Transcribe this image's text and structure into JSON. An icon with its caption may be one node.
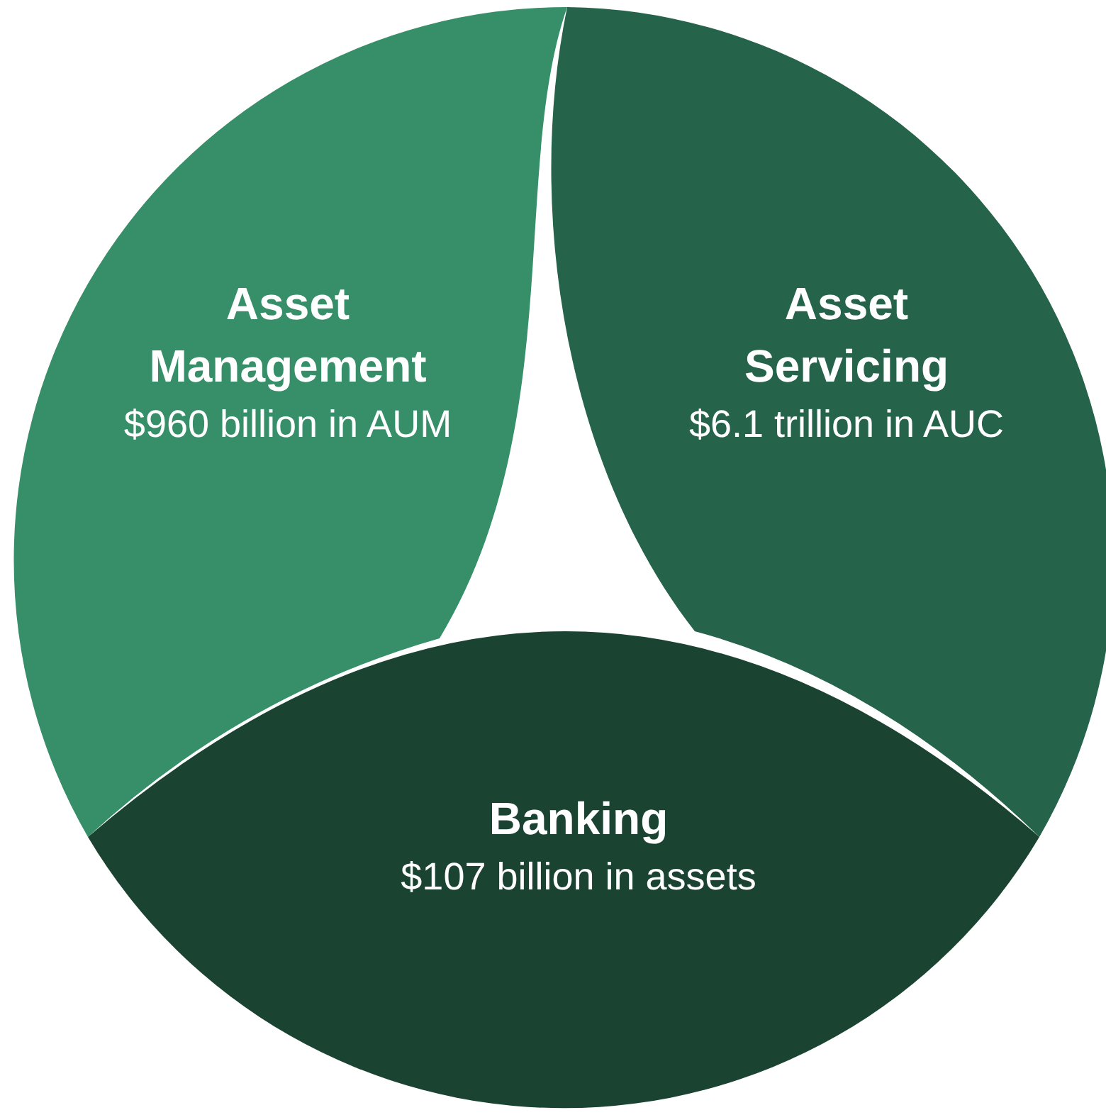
{
  "diagram": {
    "nodes": [
      {
        "text": [
          "Asset Management",
          "$960 billion in AUM"
        ]
      },
      {
        "text": [
          "Asset Servicing",
          "$6.1 trillion in AUC"
        ]
      },
      {
        "text": [
          "Banking",
          "$107 billion in assets"
        ]
      }
    ]
  }
}
